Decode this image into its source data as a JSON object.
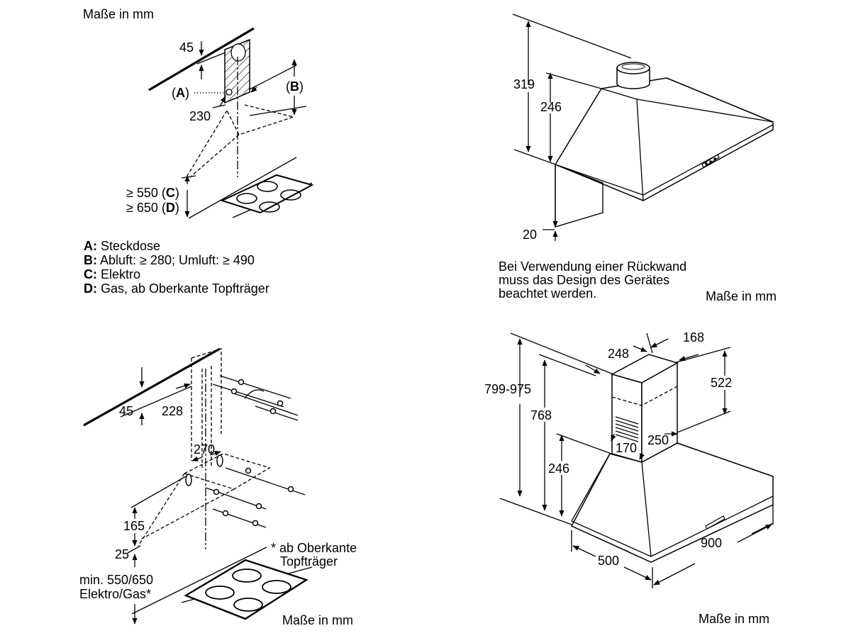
{
  "units_label": "Maße in mm",
  "panel_tl": {
    "dims": {
      "d45": "45",
      "d230": "230",
      "c550": "≥ 550 (",
      "c550_letter": "C",
      "c550_end": ")",
      "d650": "≥ 650 (",
      "d650_letter": "D",
      "d650_end": ")"
    },
    "label_a": {
      "open": "(",
      "letter": "A",
      "close": ")"
    },
    "label_b": {
      "open": "(",
      "letter": "B",
      "close": ")"
    },
    "legend": [
      {
        "key": "A:",
        "text": " Steckdose"
      },
      {
        "key": "B:",
        "text": " Abluft: ≥ 280; Umluft: ≥ 490"
      },
      {
        "key": "C:",
        "text": " Elektro"
      },
      {
        "key": "D:",
        "text": " Gas, ab Oberkante Topfträger"
      }
    ]
  },
  "panel_tr": {
    "dims": {
      "d319": "319",
      "d246": "246",
      "d20": "20"
    },
    "note": [
      "Bei Verwendung einer Rückwand",
      "muss das Design des Gerätes",
      "beachtet werden."
    ]
  },
  "panel_bl": {
    "dims": {
      "d45": "45",
      "d228": "228",
      "d270": "270",
      "d165": "165",
      "d25": "25"
    },
    "min_label": [
      "min. 550/650",
      "Elektro/Gas*"
    ],
    "footnote": [
      "* ab Oberkante",
      "Topfträger"
    ]
  },
  "panel_br": {
    "dims": {
      "d168": "168",
      "d248": "248",
      "d522": "522",
      "d799": "799-975",
      "d768": "768",
      "d246": "246",
      "d250": "250",
      "d170": "170",
      "d900": "900",
      "d500": "500"
    }
  }
}
